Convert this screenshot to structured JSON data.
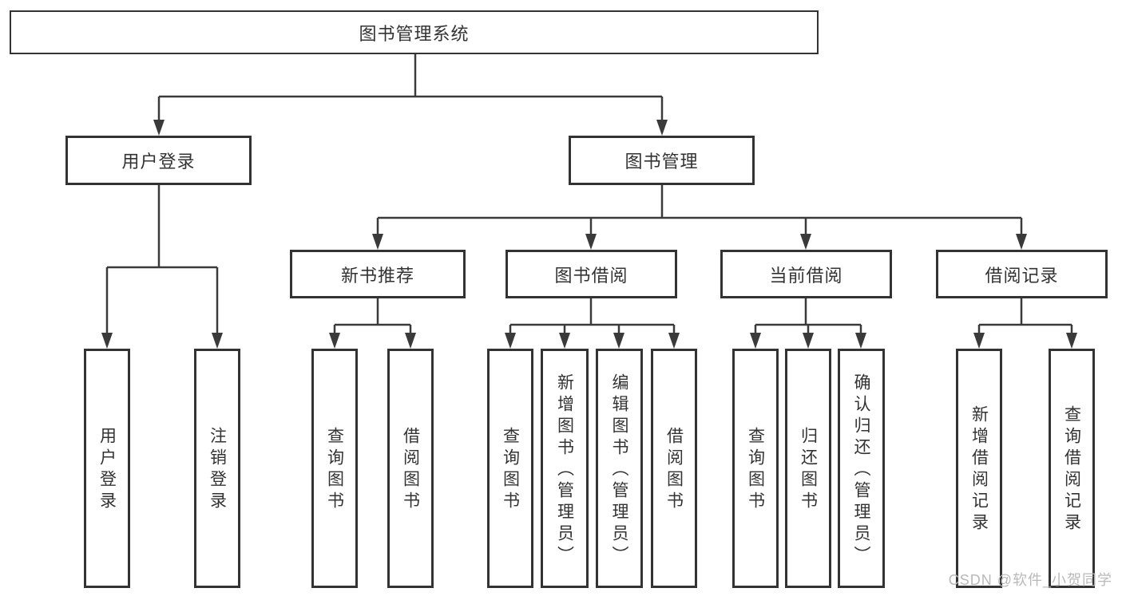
{
  "colors": {
    "line": "#3a3a3a",
    "box_border": "#333333",
    "text": "#333333",
    "watermark": "#b9b9b9",
    "background": "#ffffff"
  },
  "watermark": {
    "text": "CSDN @软件_小贺同学"
  },
  "tree": {
    "label": "图书管理系统",
    "children": [
      {
        "label": "用户登录",
        "children": [
          {
            "label": "用户登录"
          },
          {
            "label": "注销登录"
          }
        ]
      },
      {
        "label": "图书管理",
        "children": [
          {
            "label": "新书推荐",
            "children": [
              {
                "label": "查询图书"
              },
              {
                "label": "借阅图书"
              }
            ]
          },
          {
            "label": "图书借阅",
            "children": [
              {
                "label": "查询图书"
              },
              {
                "label": "新增图书（管理员）"
              },
              {
                "label": "编辑图书（管理员）"
              },
              {
                "label": "借阅图书"
              }
            ]
          },
          {
            "label": "当前借阅",
            "children": [
              {
                "label": "查询图书"
              },
              {
                "label": "归还图书"
              },
              {
                "label": "确认归还（管理员）"
              }
            ]
          },
          {
            "label": "借阅记录",
            "children": [
              {
                "label": "新增借阅记录"
              },
              {
                "label": "查询借阅记录"
              }
            ]
          }
        ]
      }
    ]
  }
}
